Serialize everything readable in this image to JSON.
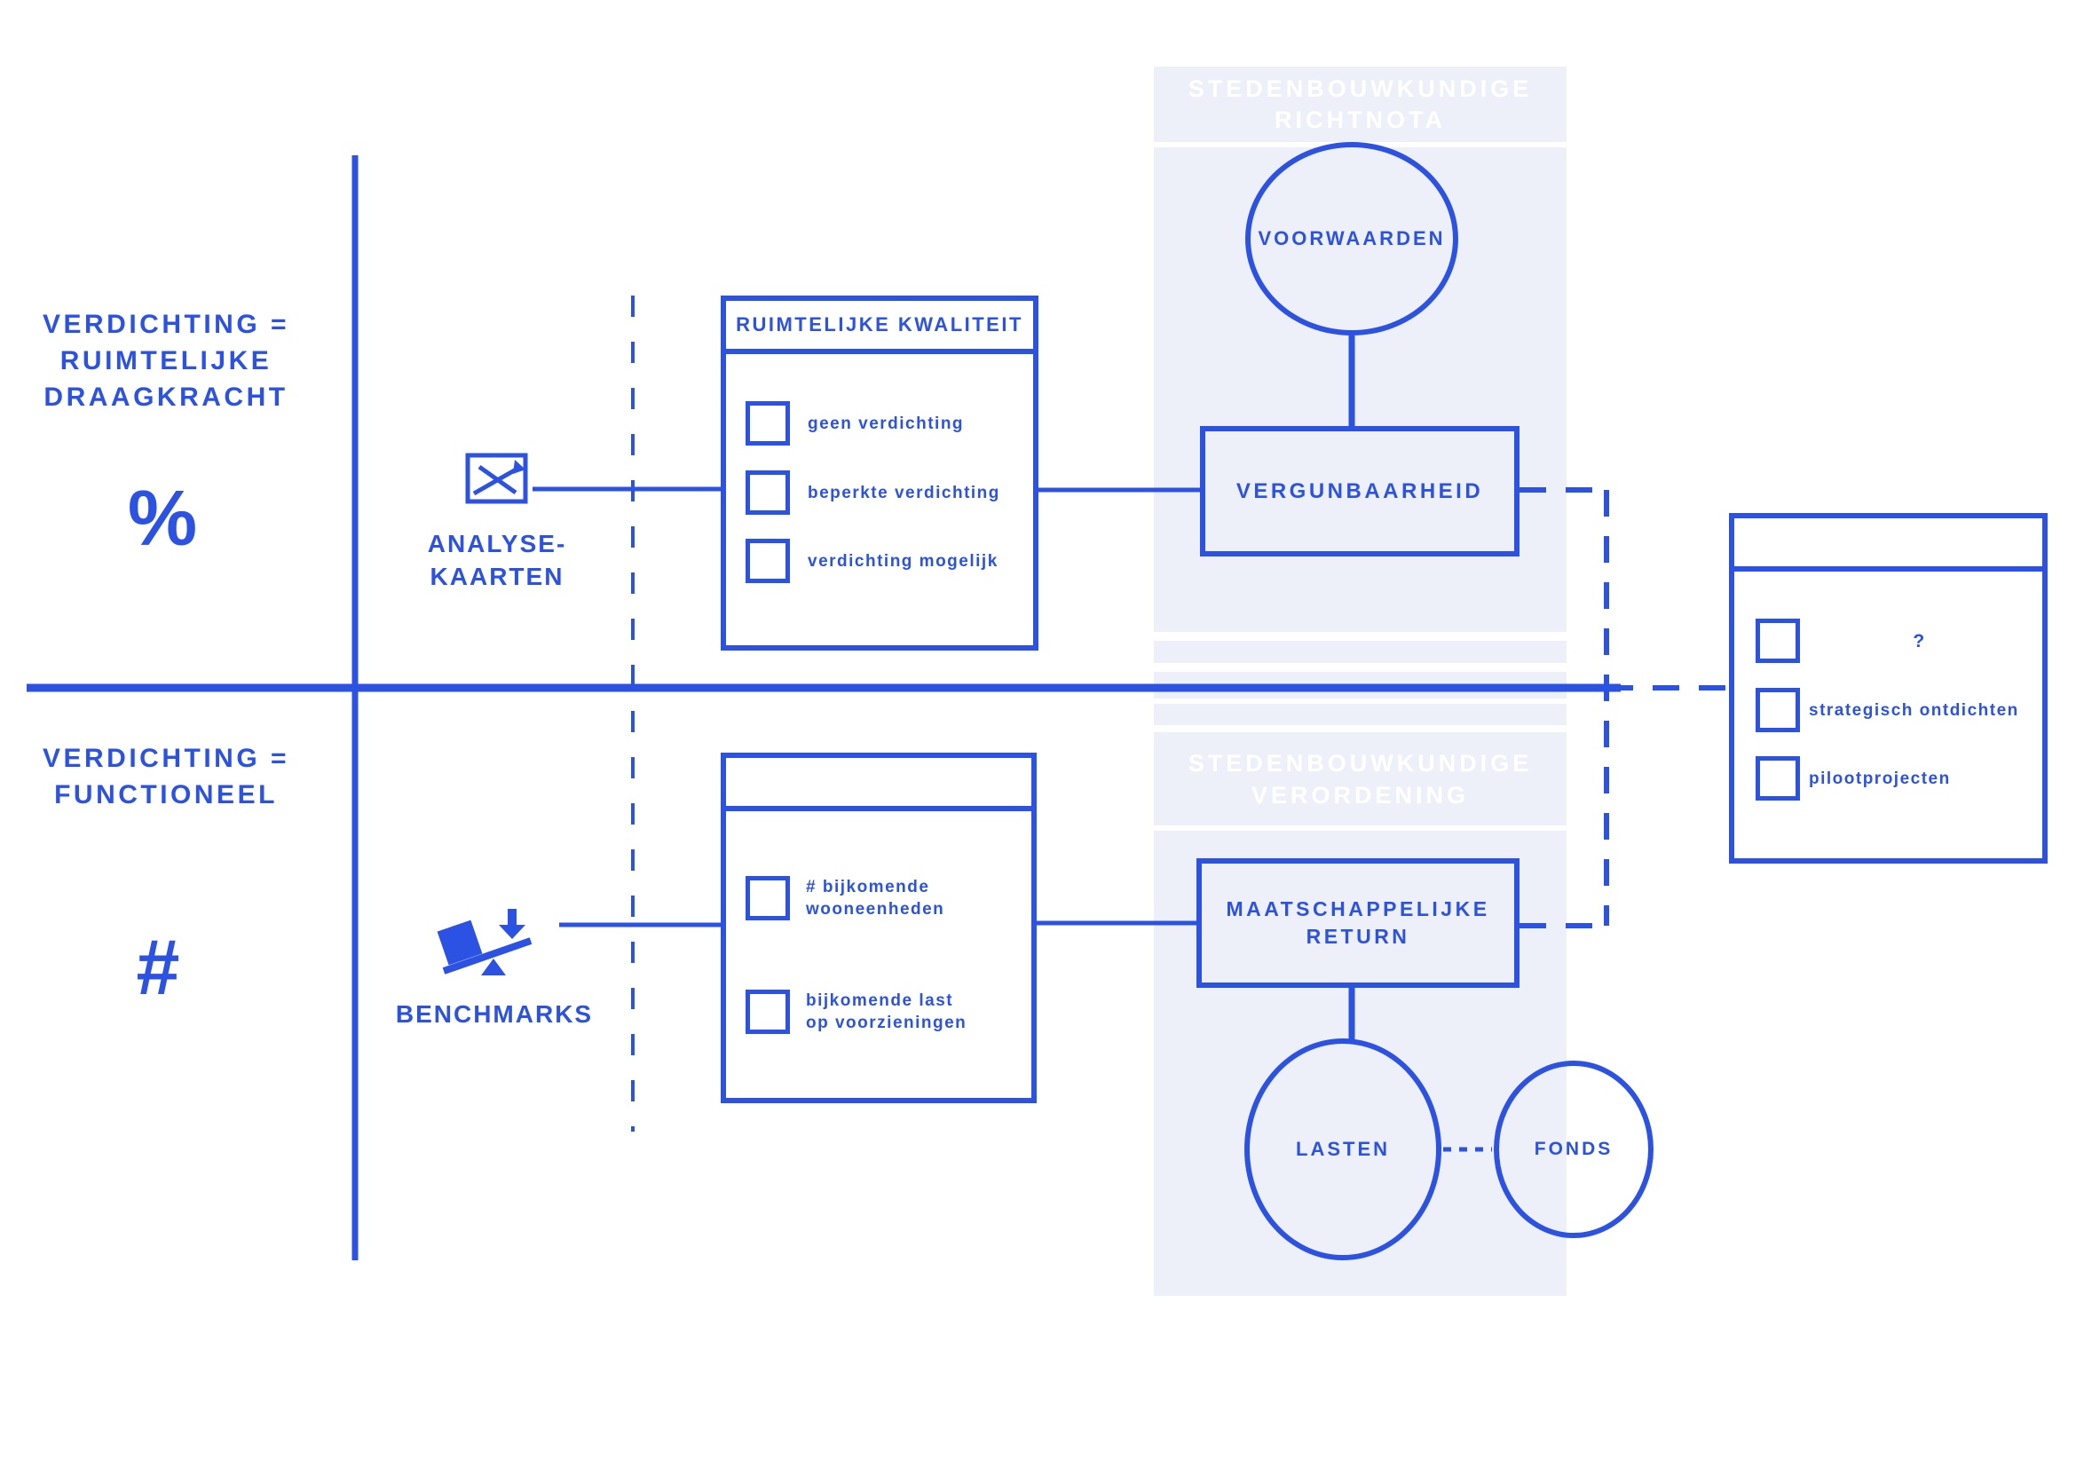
{
  "colors": {
    "primary_blue": "#2b52e3",
    "panel_lavender": "#eef0f9",
    "panel_title_text": "#ffffff"
  },
  "quadrants": {
    "top": {
      "line1": "VERDICHTING =",
      "line2": "RUIMTELIJKE",
      "line3": "DRAAGKRACHT",
      "symbol": "%"
    },
    "bottom": {
      "line1": "VERDICHTING =",
      "line2": "FUNCTIONEEL",
      "symbol": "#"
    }
  },
  "sources": {
    "analyse": {
      "line1": "ANALYSE-",
      "line2": "KAARTEN"
    },
    "benchmarks": {
      "label": "BENCHMARKS"
    }
  },
  "panels": {
    "richtnota": {
      "line1": "STEDENBOUWKUNDIGE",
      "line2": "RICHTNOTA"
    },
    "verordening": {
      "line1": "STEDENBOUWKUNDIGE",
      "line2": "VERORDENING"
    }
  },
  "boxes": {
    "kwaliteit": {
      "title": "RUIMTELIJKE KWALITEIT",
      "options": [
        "geen verdichting",
        "beperkte verdichting",
        "verdichting mogelijk"
      ]
    },
    "wooneenheden": {
      "options": [
        {
          "line1": "# bijkomende",
          "line2": "wooneenheden"
        },
        {
          "line1": "bijkomende last",
          "line2": "op voorzieningen"
        }
      ]
    },
    "vergunbaarheid": {
      "label": "VERGUNBAARHEID"
    },
    "return": {
      "line1": "MAATSCHAPPELIJKE",
      "line2": "RETURN"
    },
    "acties": {
      "options": [
        "?",
        "strategisch ontdichten",
        "pilootprojecten"
      ]
    }
  },
  "circles": {
    "voorwaarden": "VOORWAARDEN",
    "lasten": "LASTEN",
    "fonds": "FONDS"
  }
}
